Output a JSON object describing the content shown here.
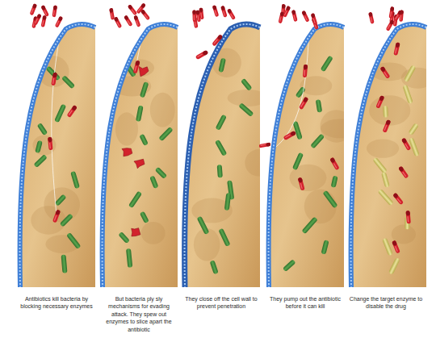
{
  "diagram": {
    "labels": [
      "Antibiotics kill bacteria by blocking necessary enzymes",
      "But bacteria ply sly mechanisms for evading attack. They spew out enzymes to slice apart the antibiotic",
      "They close off the cell wall to prevent penetration",
      "They pump out the antibiotic before it can kill",
      "Change the target enzyme to disable the drug"
    ]
  }
}
